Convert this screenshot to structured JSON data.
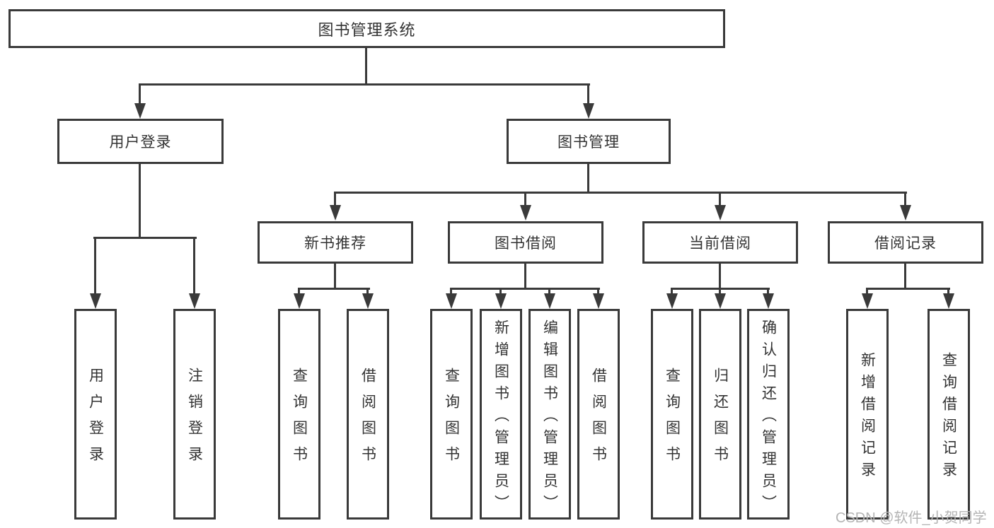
{
  "colors": {
    "line": "#3a3a3a",
    "box_border": "#3a3a3a",
    "box_fill": "#ffffff",
    "text": "#333333",
    "watermark_text": "#b4b4b4"
  },
  "tree": {
    "root": {
      "label": "图书管理系统"
    },
    "branches": [
      {
        "label": "用户登录",
        "leaves": [
          "用户登录",
          "注销登录"
        ]
      },
      {
        "label": "图书管理",
        "sections": [
          {
            "label": "新书推荐",
            "leaves": [
              "查询图书",
              "借阅图书"
            ]
          },
          {
            "label": "图书借阅",
            "leaves": [
              "查询图书",
              "新增图书（管理员）",
              "编辑图书（管理员）",
              "借阅图书"
            ]
          },
          {
            "label": "当前借阅",
            "leaves": [
              "查询图书",
              "归还图书",
              "确认归还（管理员）"
            ]
          },
          {
            "label": "借阅记录",
            "leaves": [
              "新增借阅记录",
              "查询借阅记录"
            ]
          }
        ]
      }
    ]
  },
  "watermark": {
    "text": "CSDN @软件_小贺同学"
  }
}
